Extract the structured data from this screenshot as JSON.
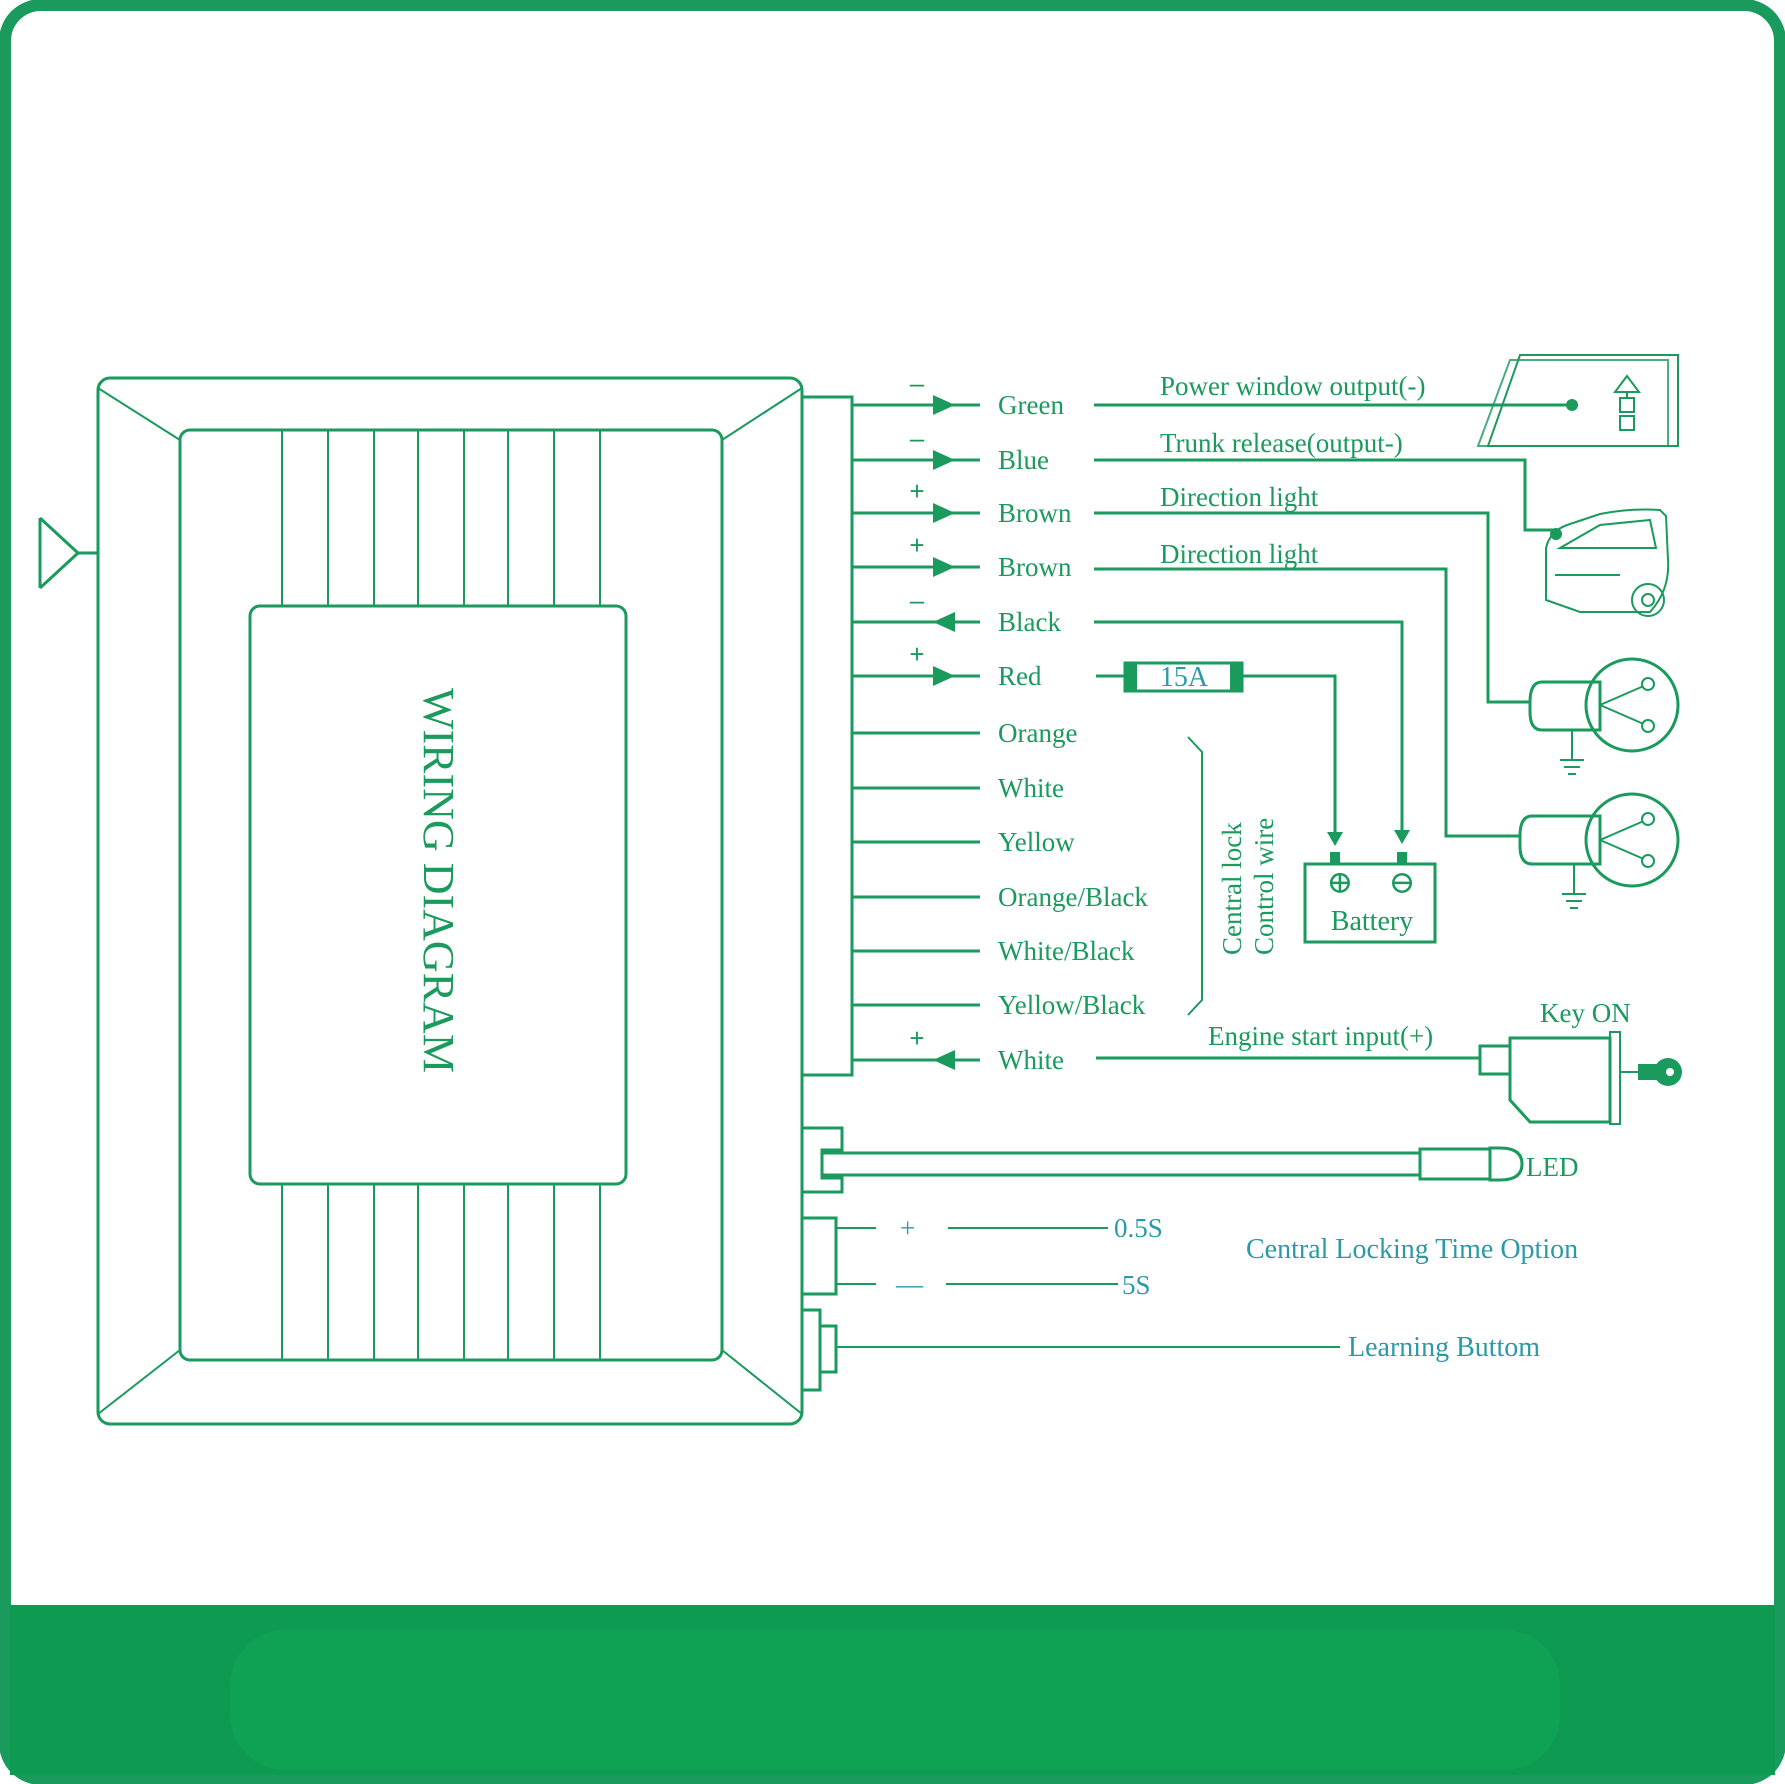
{
  "colors": {
    "primary": "#1a9a5c",
    "teal": "#2a9aa6",
    "band": "#0f9a52",
    "background": "#ffffff"
  },
  "module": {
    "title": "WIRING DIAGRAM"
  },
  "wires": [
    {
      "sign": "–",
      "label": "Green",
      "direction": "out",
      "description": "Power window output(-)",
      "device": "power-window-icon"
    },
    {
      "sign": "–",
      "label": "Blue",
      "direction": "out",
      "description": "Trunk release(output-)",
      "device": "car-trunk-icon"
    },
    {
      "sign": "+",
      "label": "Brown",
      "direction": "out",
      "description": "Direction light",
      "device": "direction-light-icon"
    },
    {
      "sign": "+",
      "label": "Brown",
      "direction": "out",
      "description": "Direction light",
      "device": "direction-light-icon"
    },
    {
      "sign": "–",
      "label": "Black",
      "direction": "in",
      "description": "",
      "device": "battery"
    },
    {
      "sign": "+",
      "label": "Red",
      "direction": "out",
      "description": "",
      "device": "battery"
    },
    {
      "sign": "",
      "label": "Orange",
      "direction": "none",
      "description": "",
      "device": ""
    },
    {
      "sign": "",
      "label": "White",
      "direction": "none",
      "description": "",
      "device": ""
    },
    {
      "sign": "",
      "label": "Yellow",
      "direction": "none",
      "description": "",
      "device": ""
    },
    {
      "sign": "",
      "label": "Orange/Black",
      "direction": "none",
      "description": "",
      "device": ""
    },
    {
      "sign": "",
      "label": "White/Black",
      "direction": "none",
      "description": "",
      "device": ""
    },
    {
      "sign": "",
      "label": "Yellow/Black",
      "direction": "none",
      "description": "",
      "device": ""
    },
    {
      "sign": "+",
      "label": "White",
      "direction": "in",
      "description": "Engine start input(+)",
      "device": "ignition-key-icon"
    }
  ],
  "fuse": {
    "label": "15A"
  },
  "battery": {
    "label": "Battery",
    "plus_symbol": "⊕",
    "minus_symbol": "⊖"
  },
  "central_lock": {
    "line1": "Central lock",
    "line2": "Control wire"
  },
  "key": {
    "label": "Key ON"
  },
  "led": {
    "label": "LED"
  },
  "time_option": {
    "title": "Central Locking Time Option",
    "plus_sign": "+",
    "plus_value": "0.5S",
    "minus_sign": "—",
    "minus_value": "5S"
  },
  "learning": {
    "label": "Learning Buttom"
  }
}
